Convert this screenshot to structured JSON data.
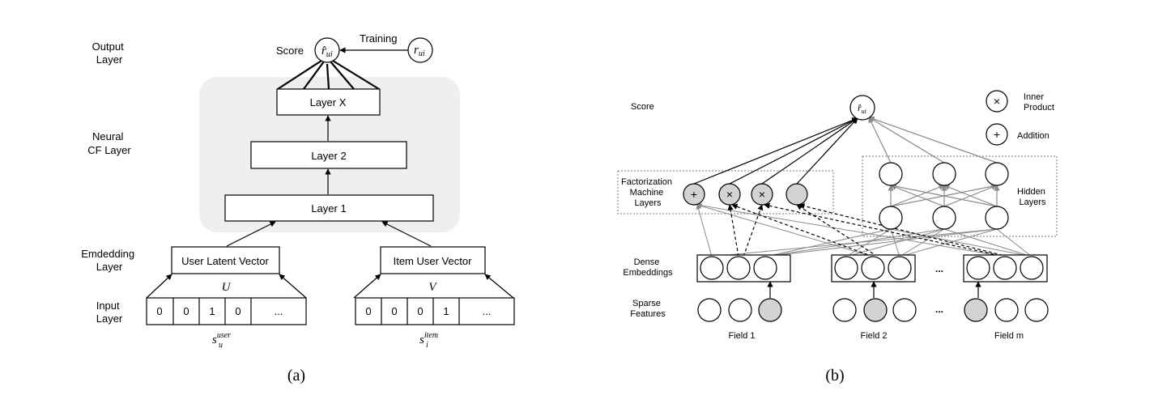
{
  "panel_a": {
    "caption": "(a)",
    "row_labels": {
      "output": [
        "Output",
        "Layer"
      ],
      "neural": [
        "Neural",
        "CF Layer"
      ],
      "embedding": [
        "Emdedding",
        "Layer"
      ],
      "input": [
        "Input",
        "Layer"
      ]
    },
    "score_label": "Score",
    "training_label": "Training",
    "r_hat_label": "r̂",
    "r_label": "r",
    "ui_subscript": "ui",
    "layers": [
      "Layer X",
      "Layer 2",
      "Layer 1"
    ],
    "user_vector": "User Latent Vector",
    "item_vector": "Item User Vector",
    "U_label": "U",
    "V_label": "V",
    "user_input_cells": [
      "0",
      "0",
      "1",
      "0",
      "..."
    ],
    "item_input_cells": [
      "0",
      "0",
      "0",
      "1",
      "..."
    ],
    "s_user": {
      "base": "s",
      "sub": "u",
      "sup": "user"
    },
    "s_item": {
      "base": "s",
      "sub": "i",
      "sup": "item"
    }
  },
  "panel_b": {
    "caption": "(b)",
    "score_label": "Score",
    "score_node": "r̂",
    "score_sub": "ui",
    "legend": [
      {
        "symbol": "×",
        "lines": [
          "Inner",
          "Product"
        ]
      },
      {
        "symbol": "+",
        "lines": [
          "Addition"
        ]
      }
    ],
    "fm_label": [
      "Factorization",
      "Machine",
      "Layers"
    ],
    "fm_symbols": [
      "+",
      "×",
      "×",
      ""
    ],
    "hidden_label": [
      "Hidden",
      "Layers"
    ],
    "dense_label": [
      "Dense",
      "Embeddings"
    ],
    "sparse_label": [
      "Sparse",
      "Features"
    ],
    "ellipsis": "...",
    "fields": [
      "Field 1",
      "Field 2",
      "Field m"
    ]
  },
  "colors": {
    "panel_bg": "#efefef",
    "node_fill_active": "#d3d3d3",
    "gray_edge": "#8a8a8a"
  }
}
